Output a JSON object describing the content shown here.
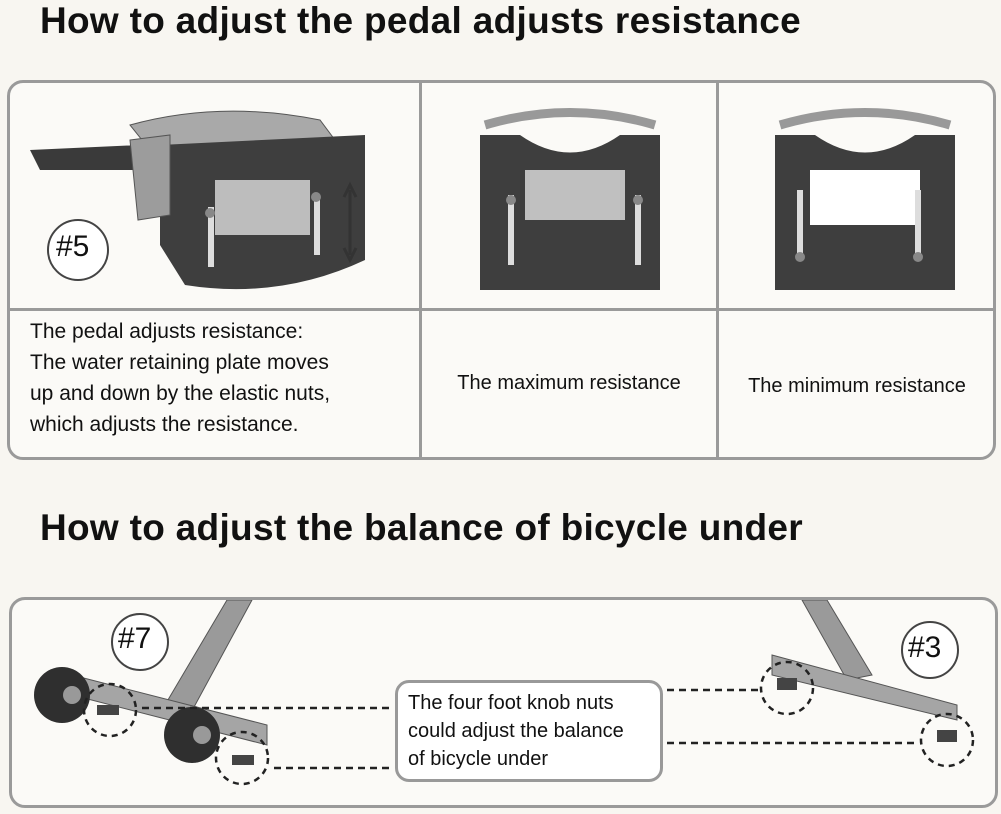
{
  "section1": {
    "title": "How to adjust the pedal adjusts resistance",
    "badge": "#5",
    "description_lines": [
      "The pedal adjusts resistance:",
      "The water retaining plate moves",
      "up and down by the elastic nuts,",
      "which adjusts the resistance."
    ],
    "max_label": "The maximum resistance",
    "min_label": "The minimum resistance"
  },
  "section2": {
    "title": "How to adjust the balance of bicycle under",
    "badge_left": "#7",
    "badge_right": "#3",
    "note_lines": [
      "The four foot knob nuts",
      "could adjust the balance",
      "of bicycle under"
    ]
  }
}
